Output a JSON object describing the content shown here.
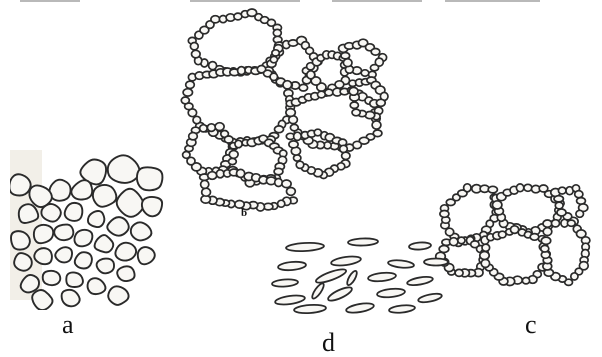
{
  "labels": {
    "a": "a",
    "b": "b",
    "c": "c",
    "d": "d"
  },
  "colors": {
    "background": "#ffffff",
    "ink": "#2a2a2a",
    "fill": "#f8f7f4",
    "edge_tint": "#e7e2d6"
  }
}
